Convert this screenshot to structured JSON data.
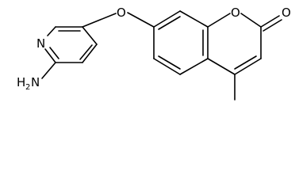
{
  "molecule": {
    "atoms": {
      "pyridine_n": "N",
      "amine_h": "H",
      "amine_subscript": "2",
      "amine_n": "N",
      "ether_o": "O",
      "ring_o": "O",
      "carbonyl_o": "O"
    }
  }
}
